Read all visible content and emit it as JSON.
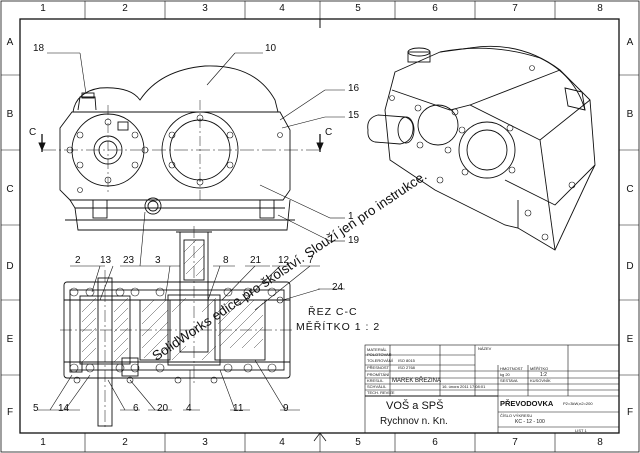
{
  "sheet": {
    "columns": [
      "1",
      "2",
      "3",
      "4",
      "5",
      "6",
      "7",
      "8"
    ],
    "rows": [
      "A",
      "B",
      "C",
      "D",
      "E",
      "F"
    ]
  },
  "callouts": [
    "18",
    "10",
    "16",
    "15",
    "C",
    "C",
    "1",
    "19",
    "2",
    "13",
    "23",
    "3",
    "8",
    "21",
    "12",
    "7",
    "24",
    "5",
    "14",
    "6",
    "20",
    "4",
    "11",
    "9"
  ],
  "section": {
    "title": "ŘEZ C-C",
    "scale": "MĚŘÍTKO 1 : 2"
  },
  "watermark": "SolidWorks edice pro školství. Slouží jen pro instrukce.",
  "title_block": {
    "rows": [
      "MATERIÁL",
      "POLOTOVAR",
      "TOLEROVÁNÍ",
      "PŘESNOST",
      "PROMÍTÁNÍ",
      "KRESLIL",
      "SCHVÁLIL",
      "TECH. REVIZE"
    ],
    "tolerance_value": "ISO 8015",
    "precision_value": "ISO 2768",
    "drawn_by": "MAREK BŘEZINA",
    "date": "16. února 2011 17:08:01",
    "hmotnost_label": "HMOTNOST",
    "hmotnost_value": "kg   20",
    "meritko_label": "MĚŘÍTKO",
    "meritko_value": "1:2",
    "sestava": "SESTAVA",
    "kusovnik": "KUSOVNÍK",
    "nazev_label": "NÁZEV",
    "name": "PŘEVODOVKA",
    "name_spec": "P2=3kW,n2=200",
    "cislo_label": "ČÍSLO VÝKRESU",
    "drawing_number": "KC - 12 - 100",
    "list_label": "LIST 1",
    "school_line1": "VOŠ a SPŠ",
    "school_line2": "Rychnov n. Kn."
  }
}
